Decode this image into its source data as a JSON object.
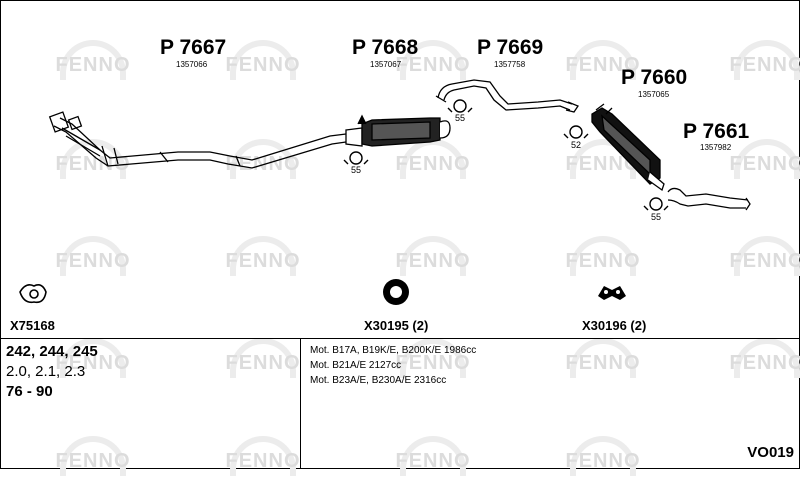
{
  "watermark": "FENNO",
  "parts": [
    {
      "part_no": "P 7667",
      "ref": "1357066"
    },
    {
      "part_no": "P 7668",
      "ref": "1357067"
    },
    {
      "part_no": "P 7669",
      "ref": "1357758"
    },
    {
      "part_no": "P 7660",
      "ref": "1357065"
    },
    {
      "part_no": "P 7661",
      "ref": "1357982"
    }
  ],
  "clamps": [
    "55",
    "55",
    "52",
    "55"
  ],
  "accessories": [
    {
      "label": "X75168"
    },
    {
      "label": "X30195 (2)"
    },
    {
      "label": "X30196 (2)"
    }
  ],
  "vehicle": {
    "models": "242, 244, 245",
    "engines": "2.0, 2.1, 2.3",
    "years": "76 - 90"
  },
  "engine_codes": [
    "Mot. B17A, B19K/E, B200K/E 1986cc",
    "Mot. B21A/E 2127cc",
    "Mot. B23A/E, B230A/E 2316cc"
  ],
  "catalog_code": "VO019"
}
